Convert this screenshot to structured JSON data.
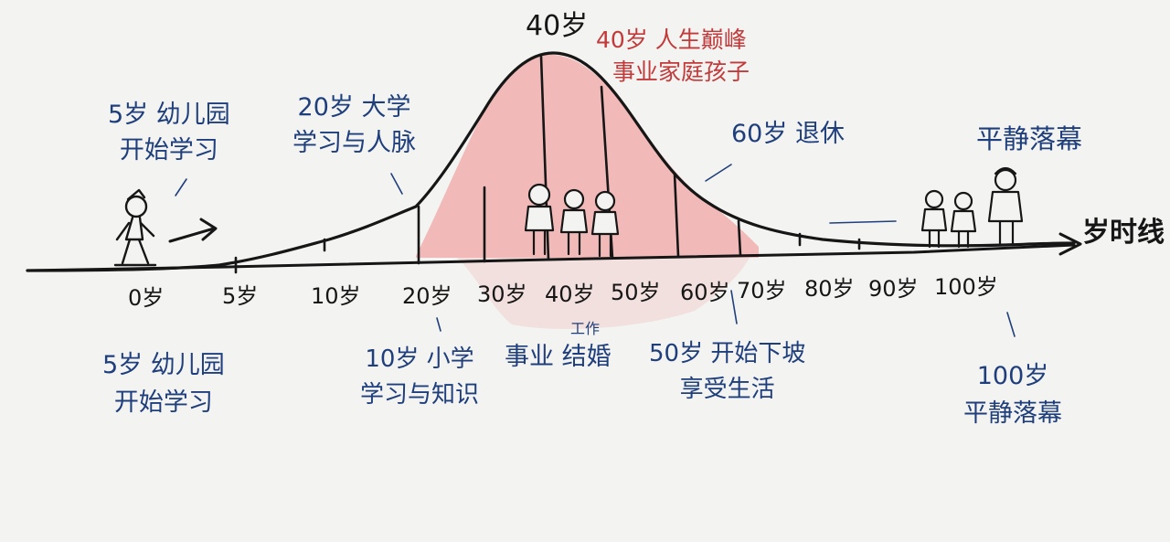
{
  "colors": {
    "ink": "#161616",
    "blue": "#1f3f7c",
    "red": "#c23a3a",
    "fill": "#ee8b8b"
  },
  "peak_label": "40岁",
  "axis_end_label": "岁时线",
  "axis_ticks": [
    "0岁",
    "5岁",
    "10岁",
    "20岁",
    "30岁",
    "40岁",
    "50岁",
    "60岁",
    "70岁",
    "80岁",
    "90岁",
    "100岁"
  ],
  "top_notes": {
    "kindergarten": [
      "5岁 幼儿园",
      "开始学习"
    ],
    "university": [
      "20岁 大学",
      "学习与人脉"
    ],
    "peak": [
      "40岁 人生巅峰",
      "事业家庭孩子"
    ],
    "retire": "60岁 退休",
    "end": "平静落幕"
  },
  "bottom_notes": {
    "kindergarten": [
      "5岁 幼儿园",
      "开始学习"
    ],
    "primary": [
      "10岁 小学",
      "学习与知识"
    ],
    "career_small": "工作",
    "career": "事业 结婚",
    "decline": [
      "50岁 开始下坡",
      "享受生活"
    ],
    "end": [
      "100岁",
      "平静落幕"
    ]
  }
}
